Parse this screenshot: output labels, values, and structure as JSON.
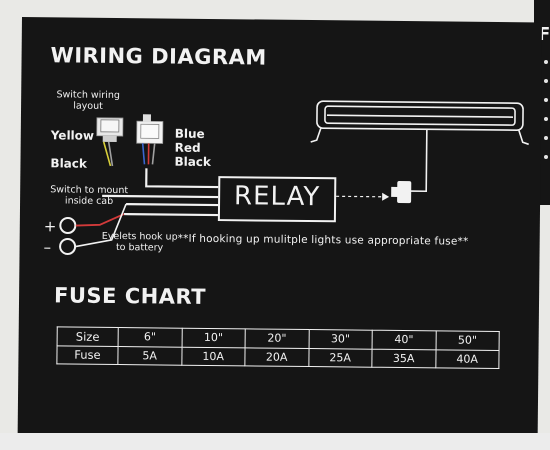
{
  "diagram": {
    "title": "WIRING DIAGRAM",
    "switch_layout_label": [
      "Switch wiring",
      "layout"
    ],
    "left_wires": {
      "top": "Yellow",
      "bottom": "Black"
    },
    "right_wires": {
      "top": "Blue",
      "middle": "Red",
      "bottom": "Black"
    },
    "switch_mount_label": [
      "Switch to mount",
      "inside cab"
    ],
    "eyelets_label": [
      "Eyelets hook up",
      "to battery"
    ],
    "plus_sign": "+",
    "minus_sign": "–",
    "relay_label": "RELAY",
    "fuse_note": "**If hooking up mulitple lights use appropriate fuse**",
    "wire_colors": {
      "yellow": "#d8cf3a",
      "black": "#8a8a8a",
      "blue": "#3a66d0",
      "red": "#d23a3a",
      "white": "#f2f2f2"
    }
  },
  "fuse_chart": {
    "title": "FUSE CHART",
    "size_header": "Size",
    "fuse_header": "Fuse",
    "sizes": [
      "6\"",
      "10\"",
      "20\"",
      "30\"",
      "40\"",
      "50\""
    ],
    "fuses": [
      "5A",
      "10A",
      "20A",
      "25A",
      "35A",
      "40A"
    ]
  },
  "edge": {
    "letter": "F"
  }
}
